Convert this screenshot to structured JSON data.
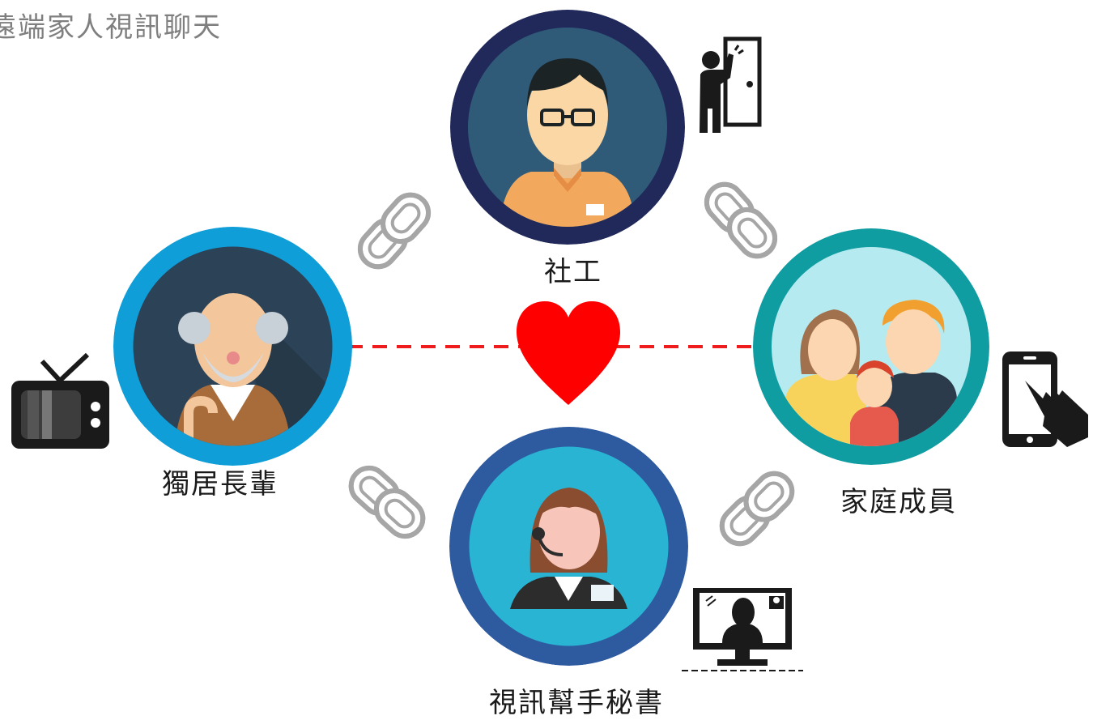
{
  "title": "遠端家人視訊聊天",
  "nodes": {
    "social_worker": {
      "label": "社工",
      "ring_color": "#20295a",
      "bg_color": "#2f5b79"
    },
    "elder": {
      "label": "獨居長輩",
      "ring_color": "#0f9ed8",
      "bg_color": "#2c4257"
    },
    "family": {
      "label": "家庭成員",
      "ring_color": "#109da2",
      "bg_color": "#b5ebf0"
    },
    "assistant": {
      "label": "視訊幫手秘書",
      "ring_color": "#2e5aa0",
      "bg_color": "#29b4d4"
    }
  },
  "center_icon": "heart-icon",
  "connector_icon": "chain-link-icon",
  "device_icons": [
    "door-knock-icon",
    "television-icon",
    "smartphone-touch-icon",
    "video-call-monitor-icon"
  ],
  "colors": {
    "heart": "#ff0000",
    "dashed_line": "#ee1c1c",
    "link_stroke": "#a6a6a6"
  }
}
